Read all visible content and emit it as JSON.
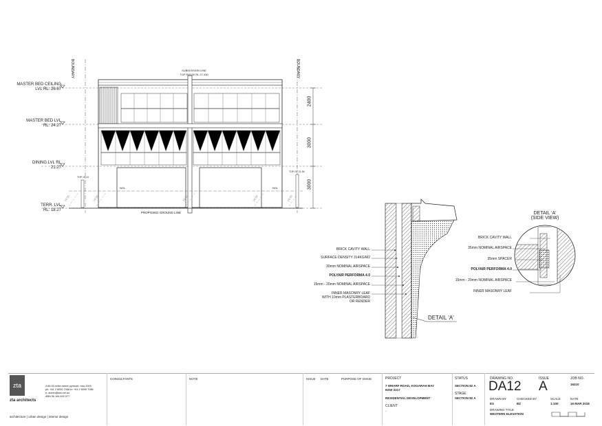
{
  "elevation": {
    "levels": [
      {
        "name": "MASTER BED CEILING",
        "rl": "LVL RL: 26.67"
      },
      {
        "name": "MASTER BED LVL",
        "rl": "RL: 24.27"
      },
      {
        "name": "DINING LVL RL",
        "rl": "21.27"
      },
      {
        "name": "TERR. LVL",
        "rl": "RL: 18.27"
      }
    ],
    "boundary_left": "BOUNDARY",
    "boundary_right": "BOUNDARY",
    "subdivision_line": "SUBDIVISION LINE",
    "top_ridge": "TOP RIDGE RL 27.330",
    "dims": [
      "2400",
      "3000",
      "3000"
    ],
    "ngl_left": "NGL",
    "ngl_right": "NGL",
    "top_left": "TOP 19.10",
    "top_right": "TOP OF 21.90",
    "ground": "PROPOSED GROUND LINE",
    "contours": [
      "19.50",
      "19.50",
      "19.50",
      "19.50",
      "19.50"
    ]
  },
  "detail_section": {
    "labels": [
      "BRICK CAVITY WALL",
      "SURFACE DENSITY 314KG/M2",
      "30mm NOMINAL AIRSPACE",
      "POLYAIR PERFORMA 4.0",
      "15mm - 20mm NOMINAL AIRSPACE",
      "INNER MASONRY LEAF",
      "WITH 10mm PLASTERBOARD",
      "OR RENDER"
    ],
    "title": "DETAIL 'A'"
  },
  "detail_side": {
    "title": "DETAIL 'A'",
    "subtitle": "(SIDE VIEW)",
    "labels": [
      "BRICK CAVITY WALL",
      "35mm NOMINAL AIRSPACE",
      "35mm SPACER",
      "POLYAIR PERFORMA 4.0",
      "15mm - 20mm NOMINAL AIRSPACE",
      "INNER MASONRY LEAF"
    ]
  },
  "title_block": {
    "firm_logo": "zta",
    "firm_name": "zta architects",
    "firm_address": "2/45-53 miller street pyrmont, nsw 2009",
    "firm_phone": "ph: +61 2 8090 7086 fx: +61 2 8090 7086",
    "firm_email": "e: admin@zta.net.au",
    "firm_abn": "ABN 56 164 632 577",
    "firm_services": "architecture | urban design | interior design",
    "consultants_label": "CONSULTANTS",
    "note_label": "NOTE",
    "issue_label": "ISSUE",
    "date_label": "DATE",
    "purpose_label": "PURPOSE OF ISSUE",
    "project_label": "PROJECT",
    "project_address_1": "7 WHARF ROAD, KOGARAH BAY",
    "project_address_2": "NSW 2217",
    "project_type": "RESIDENTIAL DEVELOPMENT",
    "client_label": "CLIENT",
    "client_value": "-",
    "status_label": "STATUS",
    "status_value": "SECTION 82 A",
    "stage_label": "STAGE",
    "stage_value": "SECTION 82 A",
    "drawing_no_label": "DRAWING NO.",
    "drawing_no": "DA12",
    "issue_no_label": "ISSUE",
    "issue_no": "A",
    "job_no_label": "JOB NO.",
    "job_no": "16210",
    "drawn_by_label": "DRAWN BY",
    "drawn_by": "ES",
    "checked_by_label": "CHECKED BY",
    "checked_by": "BZ",
    "scale_label": "SCALE",
    "scale": "1:100",
    "date2_label": "DATE",
    "date2": "16 MAR 2018",
    "drawing_title_label": "DRAWING TITLE",
    "drawing_title": "WESTERN ELEVATION"
  }
}
